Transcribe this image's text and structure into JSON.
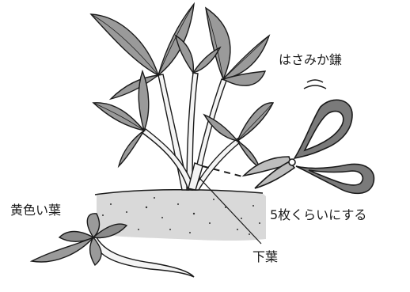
{
  "labels": {
    "tool": "はさみか鎌",
    "count": "5枚くらいにする",
    "yellow_leaf": "黄色い葉",
    "lower_leaf": "下葉"
  },
  "colors": {
    "ink": "#1a1a1a",
    "leaf_fill": "#9a9a9a",
    "leaf_dark": "#6e6e6e",
    "soil": "#d6d6d6",
    "stem": "#f2f2f2"
  }
}
